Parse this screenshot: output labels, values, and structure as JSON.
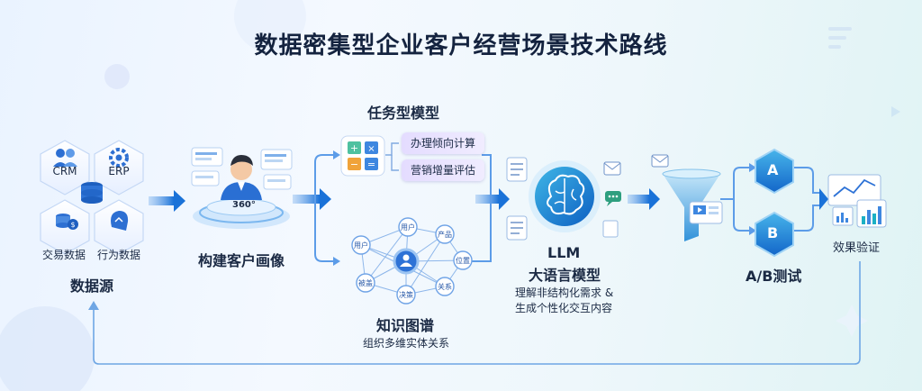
{
  "title": "数据密集型企业客户经营场景技术路线",
  "data_source": {
    "crm": "CRM",
    "erp": "ERP",
    "trade": "交易数据",
    "behavior": "行为数据",
    "label": "数据源"
  },
  "profile": {
    "label": "构建客户画像",
    "badge": "360°"
  },
  "task_model": {
    "title": "任务型模型",
    "items": [
      "办理倾向计算",
      "营销增量评估"
    ]
  },
  "knowledge_graph": {
    "title": "知识图谱",
    "subtitle": "组织多维实体关系",
    "nodes": [
      "用户",
      "产品",
      "用户",
      "位置",
      "被盖",
      "关系",
      "决策"
    ]
  },
  "llm": {
    "title": "LLM",
    "subtitle": "大语言模型",
    "desc1": "理解非结构化需求 &",
    "desc2": "生成个性化交互内容"
  },
  "ab_test": {
    "a": "A",
    "b": "B",
    "label": "A/B测试"
  },
  "result": {
    "label": "效果验证"
  },
  "colors": {
    "accent": "#1a6fd6",
    "teal": "#1bb0c4",
    "dark": "#14233f"
  }
}
